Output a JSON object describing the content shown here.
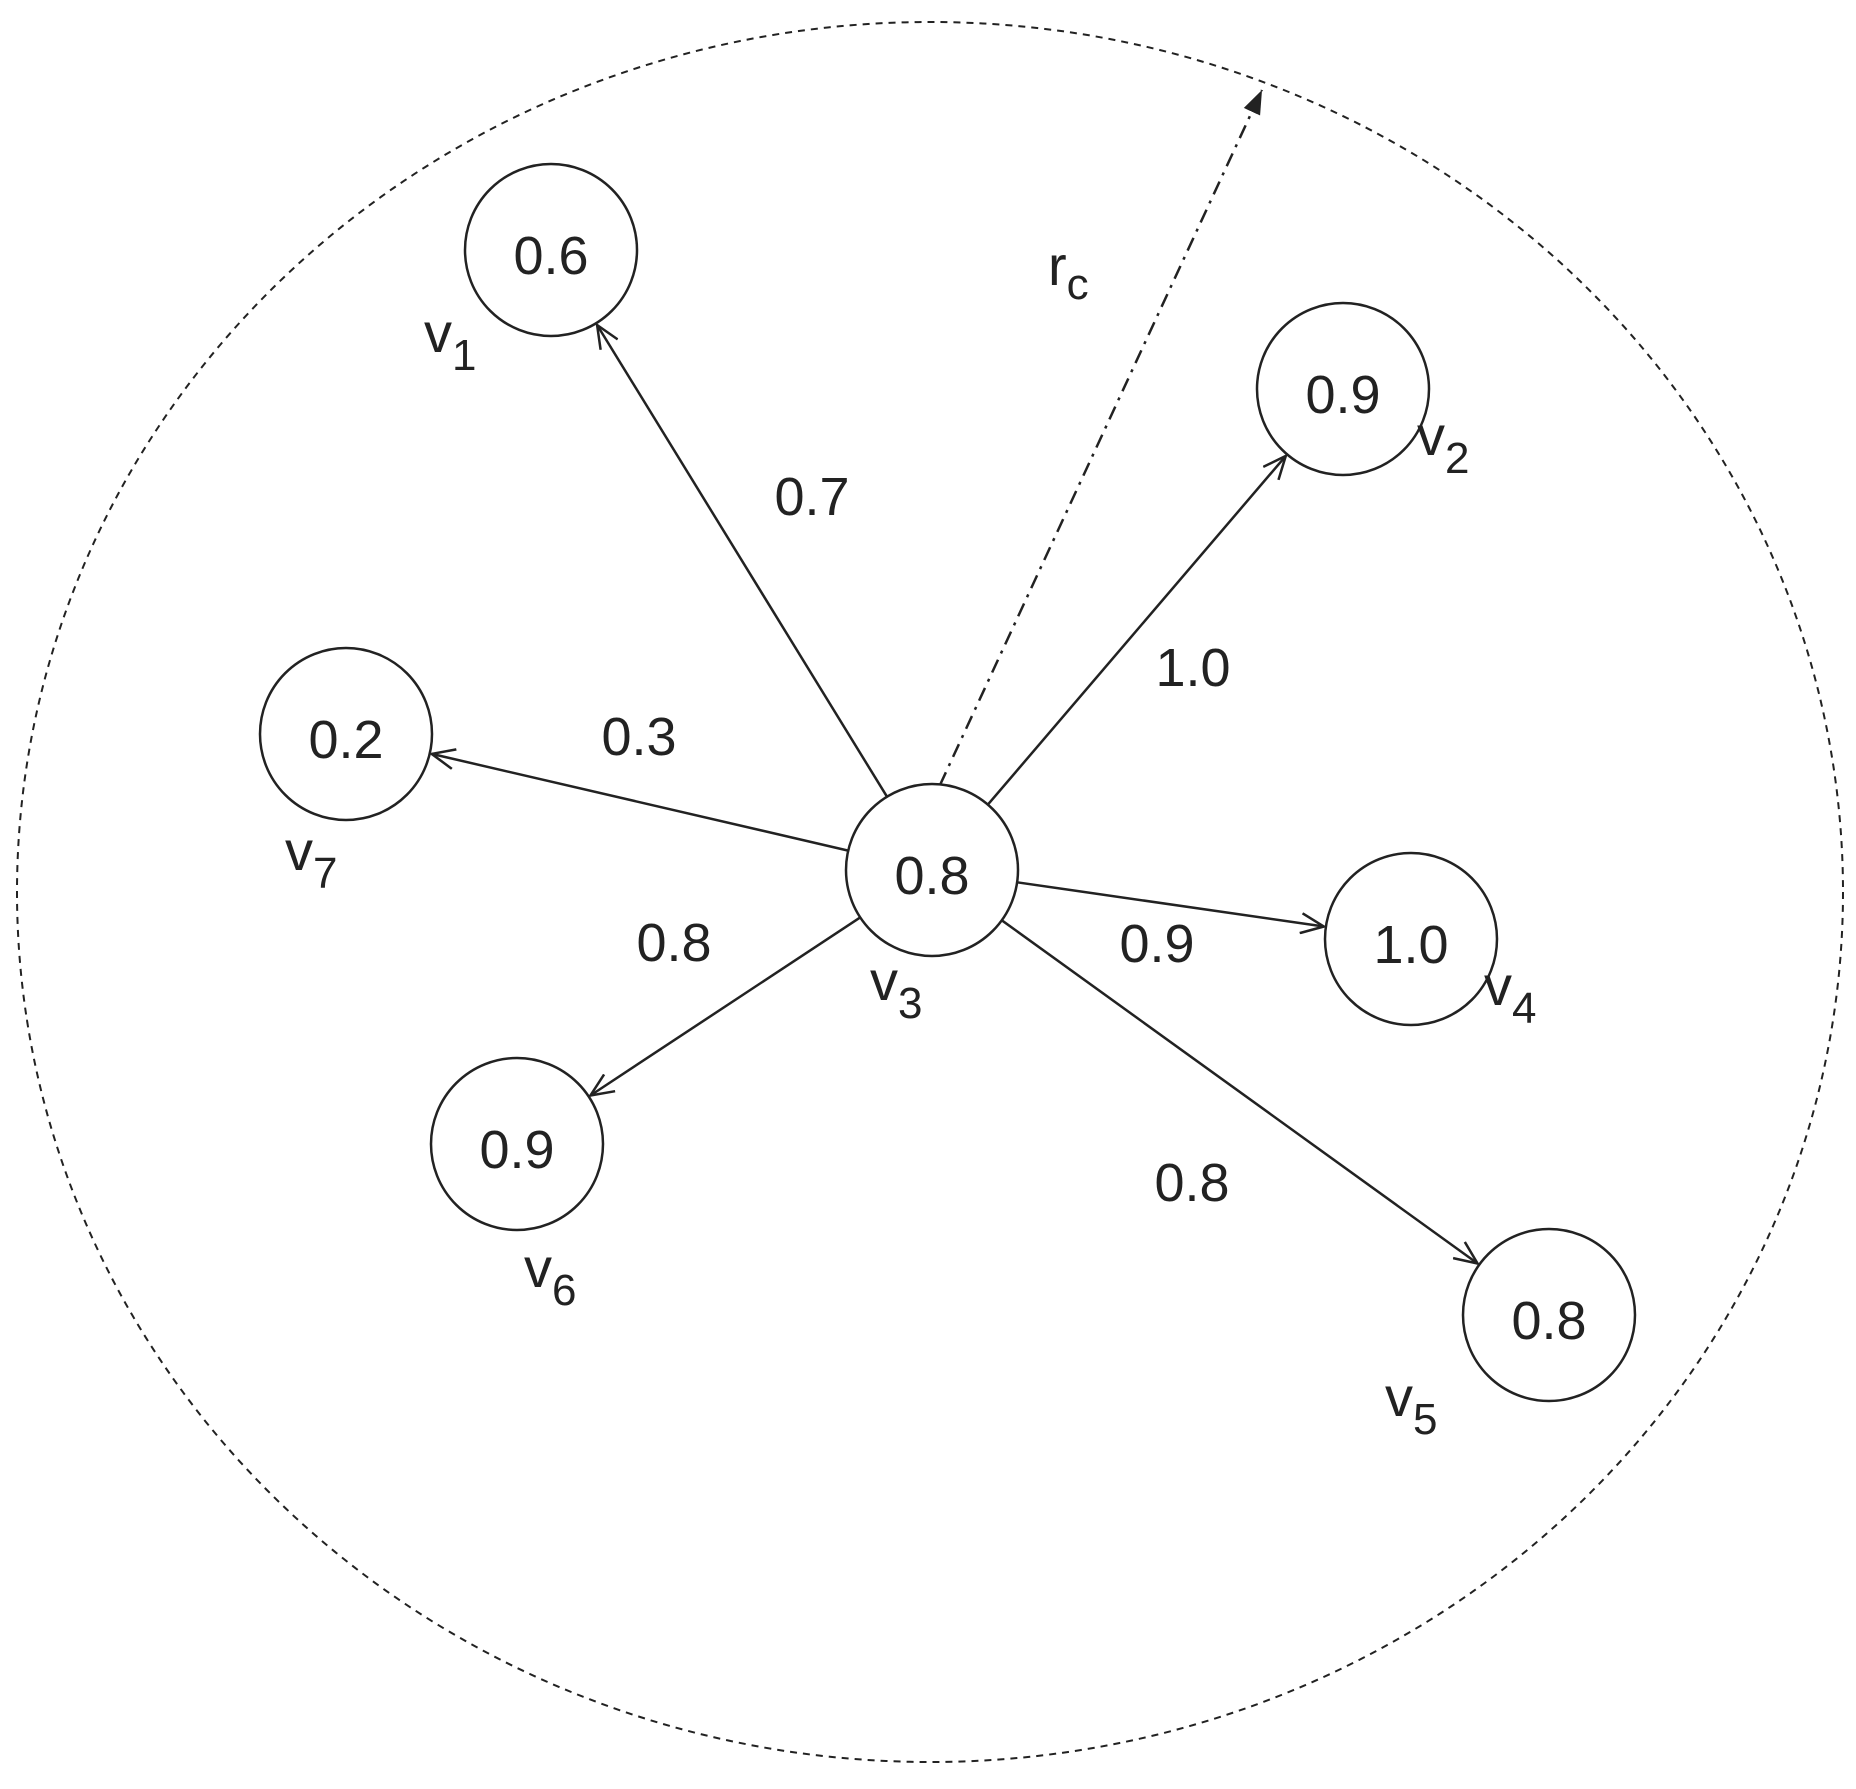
{
  "radius": {
    "symbol": "r",
    "subscript": "c"
  },
  "center": {
    "id": "v3",
    "label": "v",
    "sub": "3",
    "value": "0.8"
  },
  "neighbors": [
    {
      "id": "v1",
      "label": "v",
      "sub": "1",
      "value": "0.6",
      "weight": "0.7"
    },
    {
      "id": "v2",
      "label": "v",
      "sub": "2",
      "value": "0.9",
      "weight": "1.0"
    },
    {
      "id": "v4",
      "label": "v",
      "sub": "4",
      "value": "1.0",
      "weight": "0.9"
    },
    {
      "id": "v5",
      "label": "v",
      "sub": "5",
      "value": "0.8",
      "weight": "0.8"
    },
    {
      "id": "v6",
      "label": "v",
      "sub": "6",
      "value": "0.9",
      "weight": "0.8"
    },
    {
      "id": "v7",
      "label": "v",
      "sub": "7",
      "value": "0.2",
      "weight": "0.3"
    }
  ]
}
